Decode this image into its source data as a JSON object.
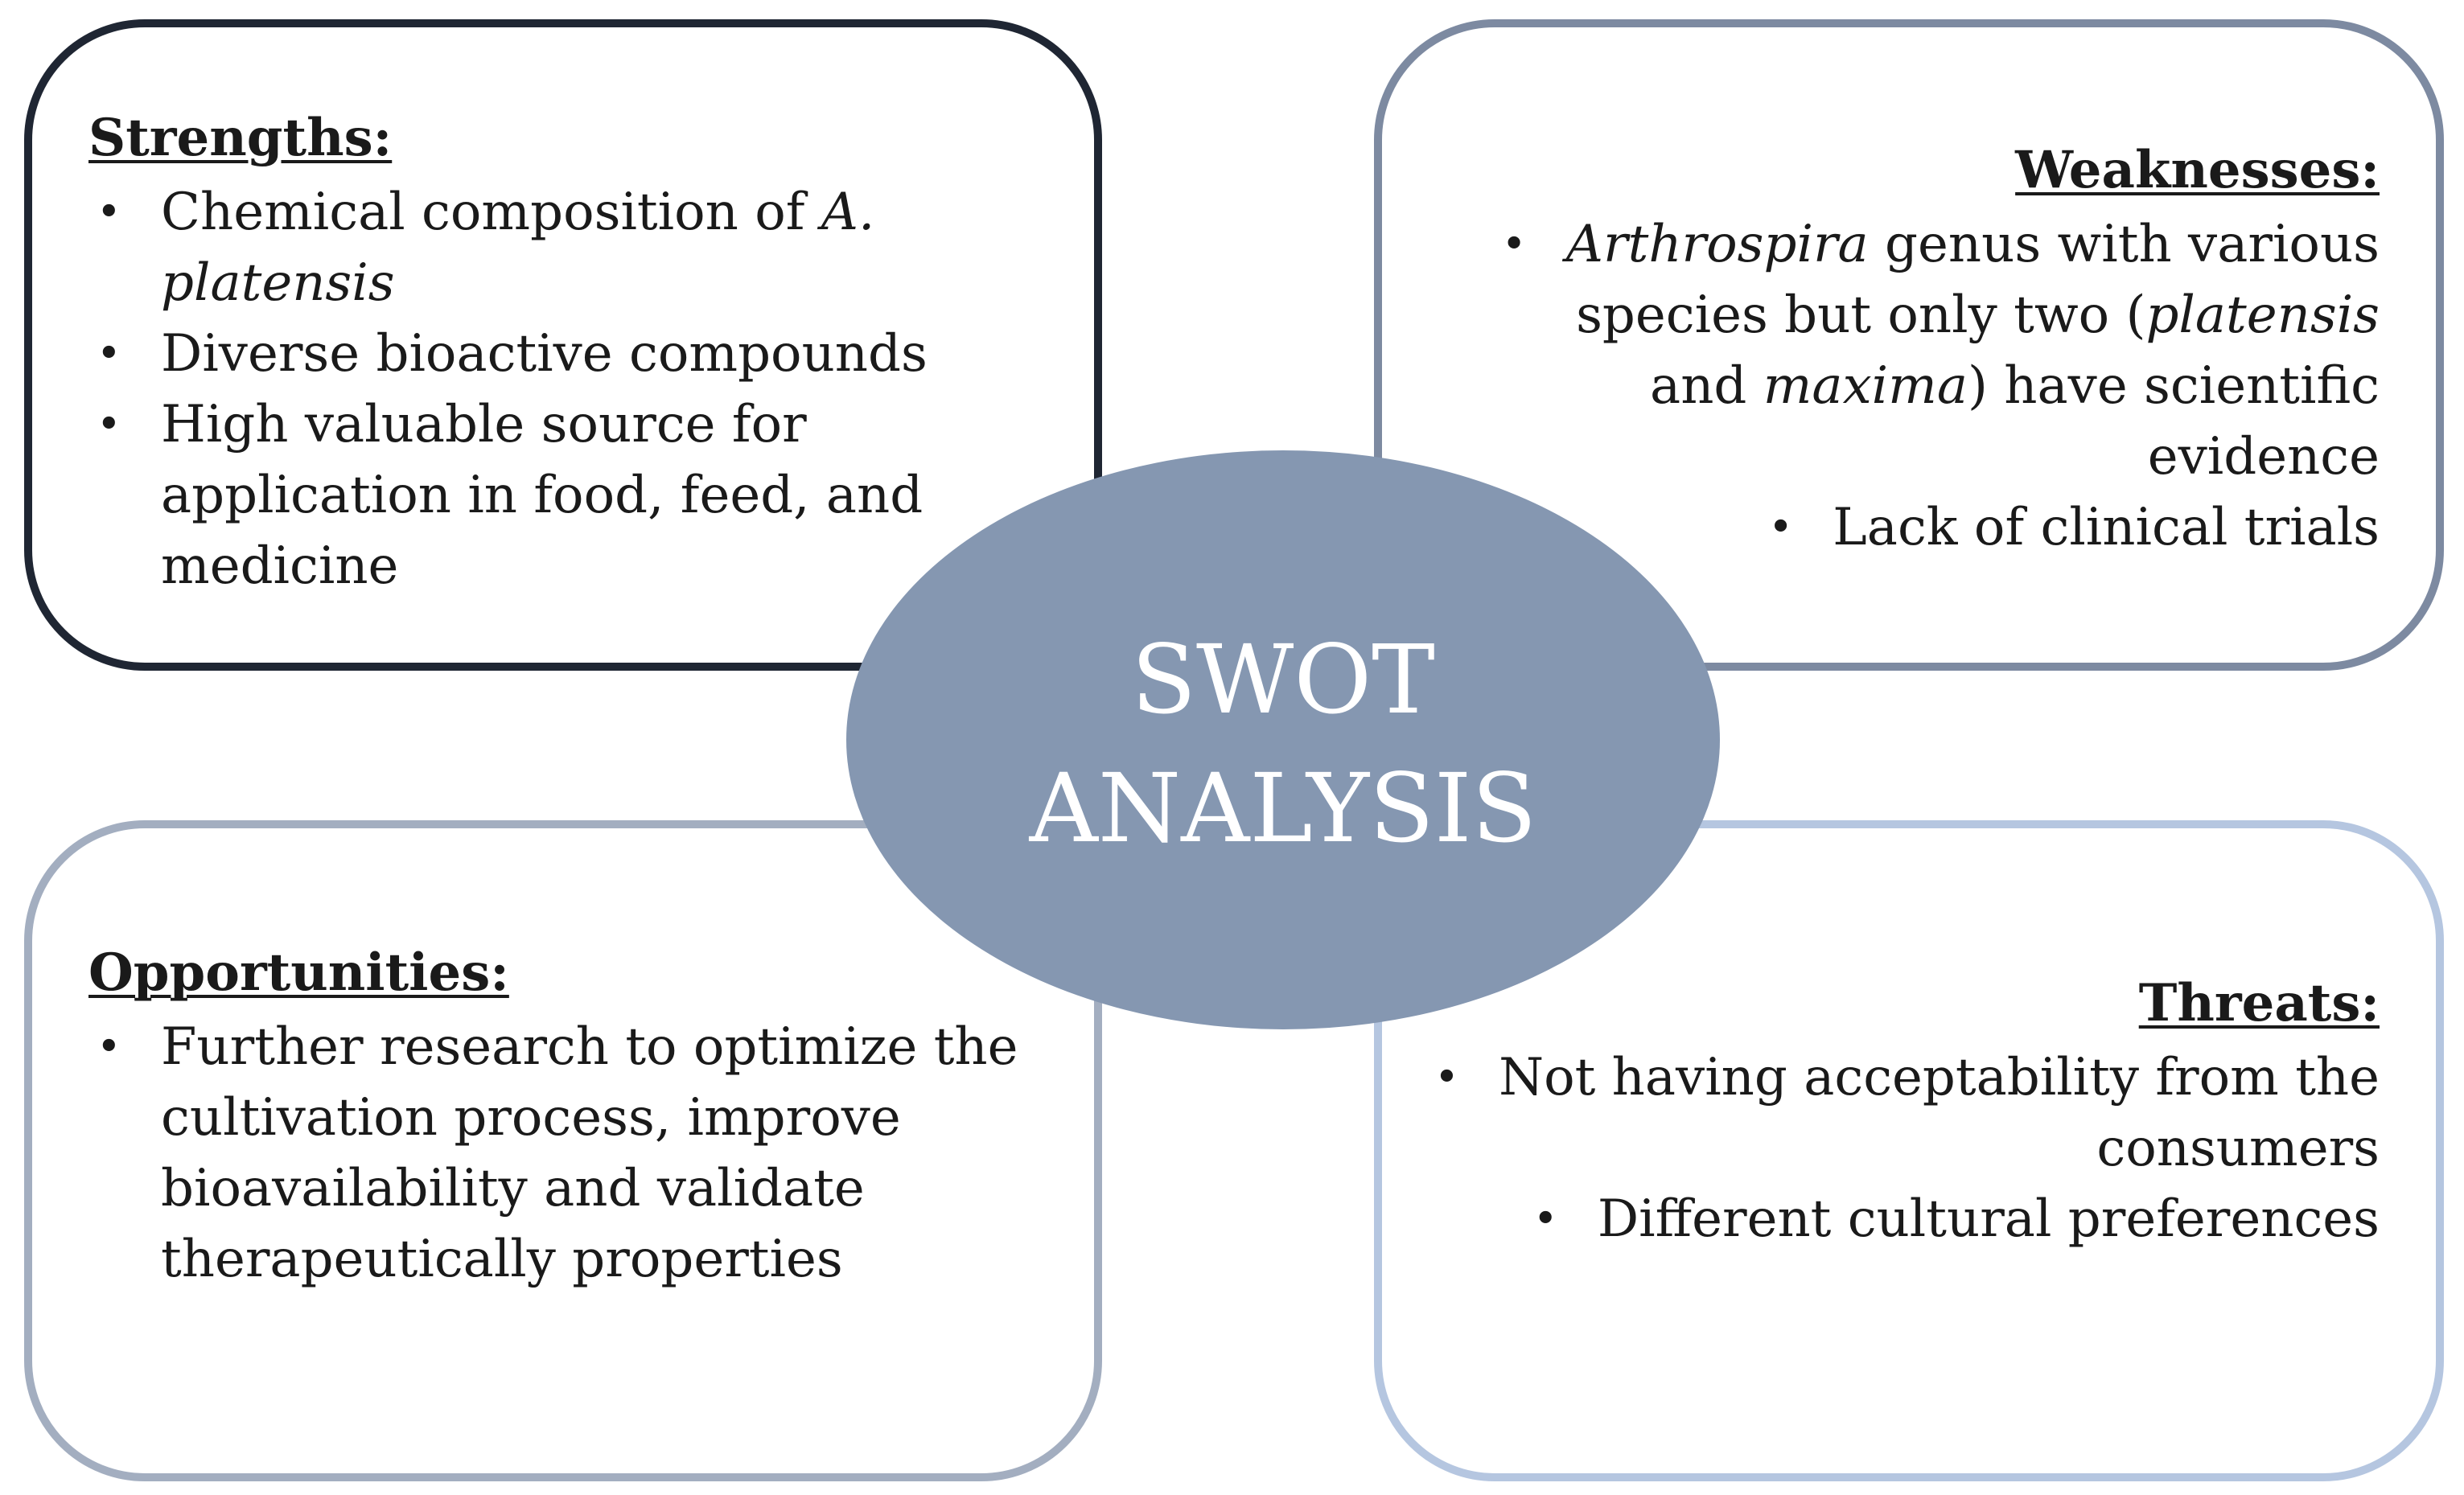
{
  "center": {
    "line1": "SWOT",
    "line2": "ANALYSIS"
  },
  "strengths": {
    "title": "Strengths:",
    "items": [
      [
        "Chemical composition of ",
        "A.",
        "platensis",
        ""
      ],
      "Diverse bioactive compounds",
      "High valuable source for",
      "application in food, feed, and",
      "medicine"
    ]
  },
  "weaknesses": {
    "title": "Weaknesses:",
    "item1_italic": "Arthrospira",
    "item1_line1_rest": " genus with various",
    "item1_line2_pre": "species but only two (",
    "item1_line2_italic": "platensis",
    "item1_line3_pre": "and ",
    "item1_line3_italic": "maxima",
    "item1_line3_rest": ") have scientific",
    "item1_line4": "evidence",
    "item2": "Lack of clinical trials"
  },
  "opportunities": {
    "title": "Opportunities:",
    "line1": "Further research to optimize the",
    "line2": "cultivation process, improve",
    "line3": "bioavailability and validate",
    "line4": "therapeutically properties"
  },
  "threats": {
    "title": "Threats:",
    "item1_line1": "Not having acceptability from the",
    "item1_line2": "consumers",
    "item2": "Different cultural preferences"
  },
  "colors": {
    "strengths_border": "#1f2633",
    "weaknesses_border": "#7d8aa1",
    "opportunities_border": "#a3aec0",
    "threats_border": "#b5c6e0",
    "oval_fill": "#8597b1",
    "oval_text": "#ffffff"
  }
}
